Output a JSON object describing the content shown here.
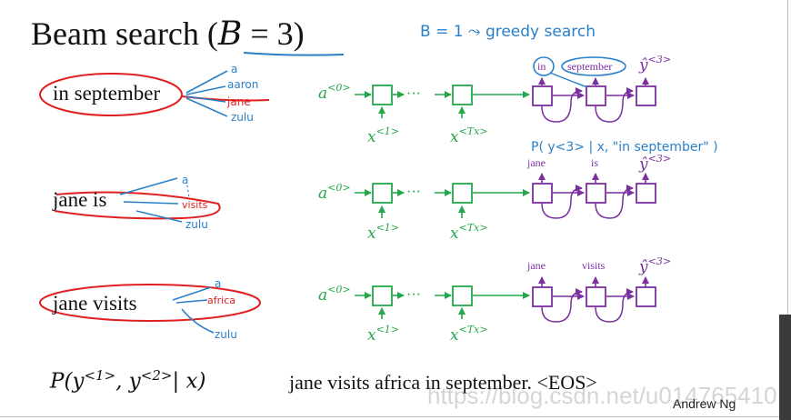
{
  "slide": {
    "title_prefix": "Beam search (",
    "title_var": "B",
    "title_suffix": " = 3)",
    "annotation_top": "B = 1  ⤳  greedy search",
    "author": "Andrew Ng",
    "watermark": "https://blog.csdn.net/u014765410"
  },
  "colors": {
    "encoder": "#22a84a",
    "decoder": "#7b2fa0",
    "ink_blue": "#2a7fc9",
    "ink_red": "#e02020"
  },
  "rows": [
    {
      "phrase": "in september",
      "candidates": [
        "a",
        "aaron",
        "jane",
        "zulu"
      ],
      "encoder": {
        "a0": "a",
        "a0_sup": "<0>",
        "x1": "x",
        "x1_sup": "<1>",
        "xT": "x",
        "xT_sup": "<Tx>"
      },
      "decoder_labels": [
        "in",
        "september",
        ""
      ],
      "y3": "ŷ",
      "y3_sup": "<3>",
      "annotation": ""
    },
    {
      "phrase": "jane is",
      "candidates": [
        "a",
        "visits",
        "zulu"
      ],
      "encoder": {
        "a0": "a",
        "a0_sup": "<0>",
        "x1": "x",
        "x1_sup": "<1>",
        "xT": "x",
        "xT_sup": "<Tx>"
      },
      "decoder_labels": [
        "jane",
        "is",
        ""
      ],
      "y3": "ŷ",
      "y3_sup": "<3>",
      "annotation": "P( y<3> | x, \"in september\" )"
    },
    {
      "phrase": "jane visits",
      "candidates": [
        "a",
        "africa",
        "zulu"
      ],
      "encoder": {
        "a0": "a",
        "a0_sup": "<0>",
        "x1": "x",
        "x1_sup": "<1>",
        "xT": "x",
        "xT_sup": "<Tx>"
      },
      "decoder_labels": [
        "jane",
        "visits",
        ""
      ],
      "y3": "ŷ",
      "y3_sup": "<3>",
      "annotation": ""
    }
  ],
  "formula": {
    "p": "P(",
    "y": "y",
    "s1": "<1>",
    "comma": ", ",
    "y2": "y",
    "s2": "<2>",
    "tail": "| x)"
  },
  "output_sentence": "jane visits africa in september. <EOS>"
}
